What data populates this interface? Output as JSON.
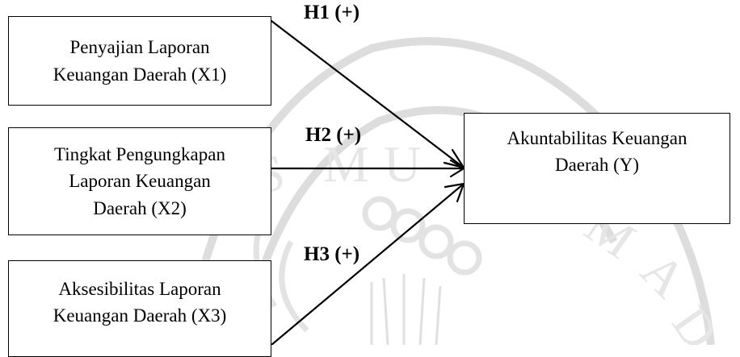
{
  "diagram": {
    "independent": [
      {
        "id": "x1",
        "line1": "Penyajian Laporan",
        "line2": "Keuangan Daerah (X1)"
      },
      {
        "id": "x2",
        "line1": "Tingkat Pengungkapan",
        "line2": "Laporan Keuangan",
        "line3": "Daerah (X2)"
      },
      {
        "id": "x3",
        "line1": "Aksesibilitas Laporan",
        "line2": "Keuangan Daerah (X3)"
      }
    ],
    "dependent": {
      "line1": "Akuntabilitas Keuangan",
      "line2": "Daerah (Y)"
    },
    "hypotheses": [
      {
        "label": "H1 (+)",
        "from": "x1",
        "to": "y"
      },
      {
        "label": "H2 (+)",
        "from": "x2",
        "to": "y"
      },
      {
        "label": "H3 (+)",
        "from": "x3",
        "to": "y"
      }
    ],
    "colors": {
      "line": "#000000",
      "watermark": "#d6d6d6"
    }
  }
}
